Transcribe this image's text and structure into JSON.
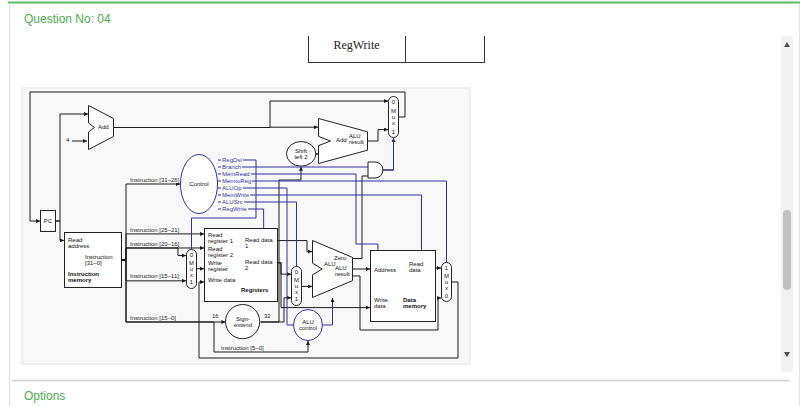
{
  "diagram": {
    "title": "Question No: 04",
    "nodes": [
      {
        "text": [
          "PC"
        ]
      },
      {
        "text": [
          "Add"
        ]
      },
      {
        "text": [
          "Read address",
          "Instruction [31–0]",
          "Instruction memory"
        ]
      },
      {
        "text": [
          "Control"
        ]
      },
      {
        "text": [
          "0",
          "Mux",
          "1"
        ]
      },
      {
        "text": [
          "Read register 1",
          "Read register 2",
          "Write register",
          "Write data",
          "Read data 1",
          "Read data 2",
          "Registers"
        ]
      },
      {
        "text": [
          "Sign-extend"
        ]
      },
      {
        "text": [
          "Shift left 2"
        ]
      },
      {
        "text": [
          "Add",
          "ALU result"
        ]
      },
      {
        "text": [
          "0",
          "Mux",
          "1"
        ]
      },
      {
        "text": [
          "0",
          "Mux",
          "1"
        ]
      },
      {
        "text": [
          "Zero",
          "ALU",
          "ALU result"
        ]
      },
      {
        "text": [
          "ALU control"
        ]
      },
      {
        "text": [
          "Address",
          "Read data",
          "Write data",
          "Data memory"
        ]
      },
      {
        "text": [
          "1",
          "Mux",
          "0"
        ]
      }
    ],
    "edges": [
      {
        "from": 0,
        "to": 1,
        "arrow": "to"
      },
      {
        "from": 0,
        "to": 2,
        "arrow": "to"
      },
      {
        "from": 1,
        "to": 9,
        "arrow": "to"
      },
      {
        "from": 1,
        "to": 8,
        "arrow": "to"
      },
      {
        "from": 7,
        "to": 8,
        "arrow": "to"
      },
      {
        "from": 8,
        "to": 9,
        "arrow": "to"
      },
      {
        "from": 9,
        "to": 0,
        "arrow": "to"
      },
      {
        "from": 2,
        "to": 3,
        "label": "Instruction [31–26]",
        "arrow": "to"
      },
      {
        "from": 2,
        "to": 5,
        "label": "Instruction [25–21]",
        "arrow": "to"
      },
      {
        "from": 2,
        "to": 5,
        "label": "Instruction [20–16]",
        "arrow": "to"
      },
      {
        "from": 2,
        "to": 4,
        "arrow": "to"
      },
      {
        "from": 2,
        "to": 4,
        "label": "Instruction [15–11]",
        "arrow": "to"
      },
      {
        "from": 4,
        "to": 5,
        "arrow": "to"
      },
      {
        "from": 2,
        "to": 6,
        "label": "Instruction [15–0]",
        "arrow": "to"
      },
      {
        "from": 2,
        "to": 12,
        "label": "Instruction [5–0]",
        "arrow": "to"
      },
      {
        "from": 5,
        "to": 11,
        "arrow": "to"
      },
      {
        "from": 5,
        "to": 10,
        "arrow": "to"
      },
      {
        "from": 5,
        "to": 13,
        "arrow": "to"
      },
      {
        "from": 6,
        "to": 10,
        "arrow": "to"
      },
      {
        "from": 6,
        "to": 7,
        "arrow": "to"
      },
      {
        "from": 10,
        "to": 11,
        "arrow": "to"
      },
      {
        "from": 12,
        "to": 11,
        "arrow": "to"
      },
      {
        "from": 11,
        "to": 13,
        "arrow": "to"
      },
      {
        "from": 11,
        "to": 14,
        "arrow": "to"
      },
      {
        "from": 13,
        "to": 14,
        "arrow": "to"
      },
      {
        "from": 14,
        "to": 5,
        "arrow": "to"
      },
      {
        "from": 11,
        "to": 9,
        "arrow": "to"
      },
      {
        "from": 3,
        "to": 4,
        "label": "RegDst",
        "arrow": "none"
      },
      {
        "from": 3,
        "to": 9,
        "label": "Branch",
        "arrow": "none"
      },
      {
        "from": 3,
        "to": 13,
        "label": "MemRead",
        "arrow": "none"
      },
      {
        "from": 3,
        "to": 14,
        "label": "MemtoReg",
        "arrow": "none"
      },
      {
        "from": 3,
        "to": 12,
        "label": "ALUOp",
        "arrow": "none"
      },
      {
        "from": 3,
        "to": 13,
        "label": "MemWrite",
        "arrow": "none"
      },
      {
        "from": 3,
        "to": 10,
        "label": "ALUSrc",
        "arrow": "none"
      },
      {
        "from": 3,
        "to": 5,
        "label": "RegWrite",
        "arrow": "none"
      }
    ],
    "labels": [
      "RegWrite",
      "4",
      "16",
      "32",
      "Options"
    ]
  }
}
